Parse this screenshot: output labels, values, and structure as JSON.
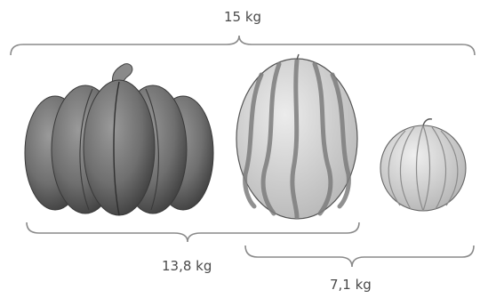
{
  "brackets": {
    "all_three": {
      "label": "15 kg"
    },
    "pumpkin_and_watermelon": {
      "label": "13,8 kg"
    },
    "watermelon_and_melon": {
      "label": "7,1 kg"
    }
  },
  "items": [
    {
      "name": "pumpkin-icon"
    },
    {
      "name": "watermelon-icon"
    },
    {
      "name": "melon-icon"
    }
  ],
  "colors": {
    "ink": "#4a4a4a",
    "pumpkin": "#6f6f6f",
    "watermelon_light": "#d4d4d4",
    "watermelon_stripe": "#8a8a8a",
    "melon": "#c9c9c9"
  }
}
